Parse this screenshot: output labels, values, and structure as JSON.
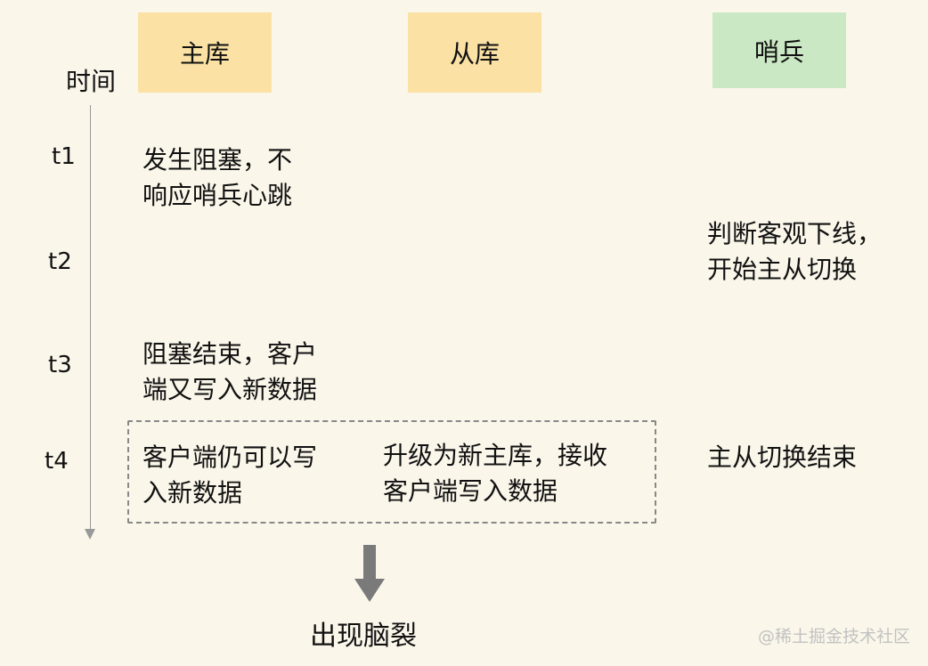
{
  "columns": {
    "master": "主库",
    "slave": "从库",
    "sentinel": "哨兵"
  },
  "timeline": {
    "title": "时间",
    "ticks": [
      "t1",
      "t2",
      "t3",
      "t4"
    ]
  },
  "events": {
    "t1_master": [
      "发生阻塞，不",
      "响应哨兵心跳"
    ],
    "t2_sentinel": [
      "判断客观下线，",
      "开始主从切换"
    ],
    "t3_master": [
      "阻塞结束，客户",
      "端又写入新数据"
    ],
    "t4_master": [
      "客户端仍可以写",
      "入新数据"
    ],
    "t4_slave": [
      "升级为新主库，接收",
      "客户端写入数据"
    ],
    "t4_sentinel": [
      "主从切换结束"
    ]
  },
  "result": "出现脑裂",
  "watermark": "@稀土掘金技术社区",
  "colors": {
    "background": "#faf6ea",
    "db_header": "#fbe2a4",
    "sentinel_header": "#cbe8c4",
    "dashed_border": "#888888",
    "arrow": "#7a7a7a"
  }
}
